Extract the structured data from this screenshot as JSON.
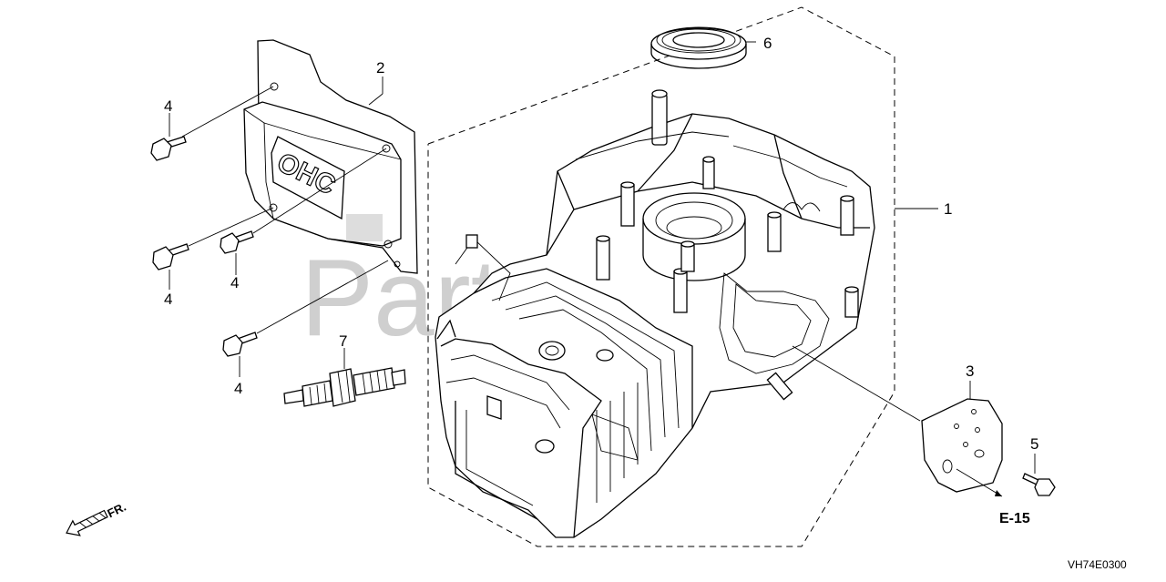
{
  "diagram": {
    "watermark": "PartsTree",
    "cover_logo": "OHC",
    "callouts": [
      "1",
      "2",
      "3",
      "4",
      "4",
      "4",
      "4",
      "5",
      "6",
      "7"
    ],
    "reference_label": "E-15",
    "direction_label": "FR.",
    "drawing_code": "VH74E0300"
  }
}
